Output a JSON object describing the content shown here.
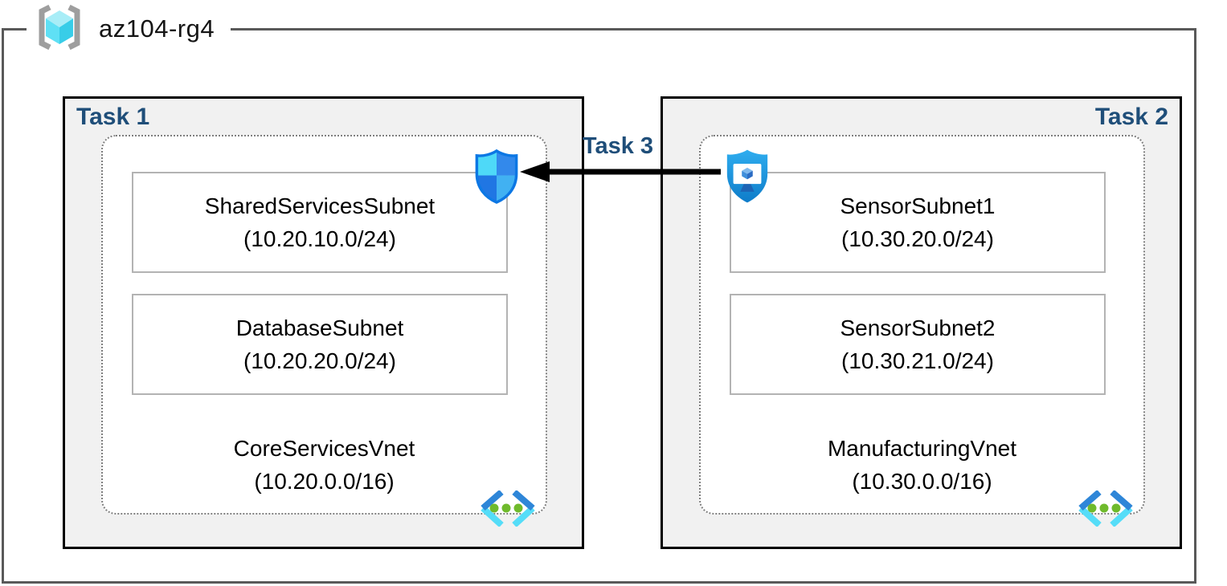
{
  "resource_group": {
    "label": "az104-rg4",
    "icon": "resource-group-icon"
  },
  "task1": {
    "label": "Task 1",
    "badge_icon": "network-security-group-shield-icon",
    "subnets": [
      {
        "name": "SharedServicesSubnet",
        "cidr": "(10.20.10.0/24)"
      },
      {
        "name": "DatabaseSubnet",
        "cidr": "(10.20.20.0/24)"
      }
    ],
    "vnet": {
      "name": "CoreServicesVnet",
      "cidr": "(10.20.0.0/16)",
      "icon": "virtual-network-icon"
    }
  },
  "task2": {
    "label": "Task 2",
    "badge_icon": "bastion-shield-icon",
    "subnets": [
      {
        "name": "SensorSubnet1",
        "cidr": "(10.30.20.0/24)"
      },
      {
        "name": "SensorSubnet2",
        "cidr": "(10.30.21.0/24)"
      }
    ],
    "vnet": {
      "name": "ManufacturingVnet",
      "cidr": "(10.30.0.0/16)",
      "icon": "virtual-network-icon"
    }
  },
  "task3": {
    "label": "Task 3",
    "arrow_direction": "left",
    "arrow_icon": "left-arrow"
  },
  "colors": {
    "task_label_blue": "#1F4E79",
    "frame_border_gray": "#595959",
    "task_box_bg": "#F1F1F1",
    "task_box_border": "#000000",
    "subnet_border": "#B3B3B3",
    "dotted_border": "#7F7F7F",
    "arrow_black": "#000000",
    "vnet_icon_blue": "#2E86D8",
    "vnet_icon_cyan": "#55DDF8",
    "vnet_icon_green": "#6FBA2C",
    "shield_light_blue": "#4ED9F8",
    "shield_medium_blue": "#3389EB",
    "bastion_blue": "#1B9BE8"
  }
}
